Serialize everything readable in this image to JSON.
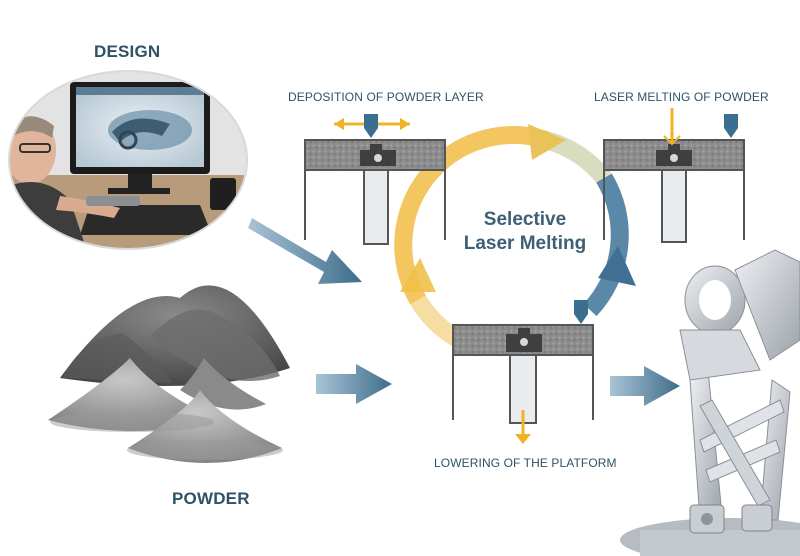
{
  "labels": {
    "design": "DESIGN",
    "powder": "POWDER",
    "deposition": "DEPOSITION OF POWDER LAYER",
    "laser_melting": "LASER MELTING OF POWDER",
    "lowering": "LOWERING OF THE PLATFORM"
  },
  "cycle": {
    "title_line1": "Selective",
    "title_line2": "Laser Melting"
  },
  "colors": {
    "text": "#2e5266",
    "flow_arrow": "#3e6c8a",
    "cycle_yellow": "#f2b73a",
    "cycle_blue": "#3d6f91",
    "machine_outline": "#555555",
    "powder_fill": "#9e9e9e"
  }
}
